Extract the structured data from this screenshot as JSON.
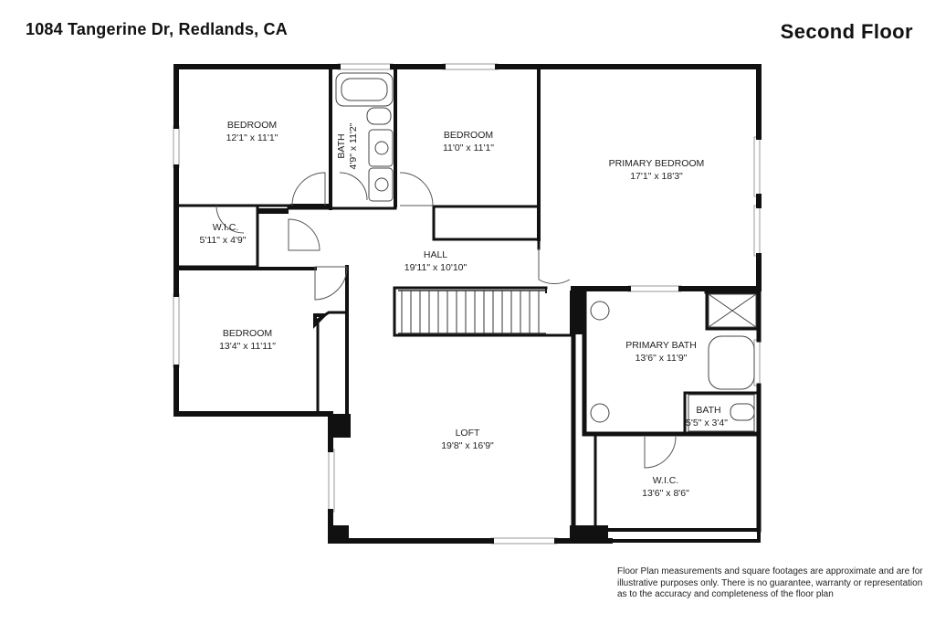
{
  "header": {
    "address": "1084 Tangerine Dr, Redlands, CA",
    "floor_label": "Second Floor"
  },
  "rooms": {
    "bedroom_1": {
      "name": "BEDROOM",
      "dims": "12'1\" x 11'1\""
    },
    "bath_1": {
      "name": "BATH",
      "dims": "4'9\" x 11'2\""
    },
    "bedroom_2": {
      "name": "BEDROOM",
      "dims": "11'0\" x 11'1\""
    },
    "primary_bedroom": {
      "name": "PRIMARY BEDROOM",
      "dims": "17'1\" x 18'3\""
    },
    "wic_1": {
      "name": "W.I.C.",
      "dims": "5'11\" x 4'9\""
    },
    "hall": {
      "name": "HALL",
      "dims": "19'11\" x 10'10\""
    },
    "bedroom_3": {
      "name": "BEDROOM",
      "dims": "13'4\" x 11'11\""
    },
    "primary_bath": {
      "name": "PRIMARY BATH",
      "dims": "13'6\" x 11'9\""
    },
    "bath_2": {
      "name": "BATH",
      "dims": "5'5\" x 3'4\""
    },
    "loft": {
      "name": "LOFT",
      "dims": "19'8\" x 16'9\""
    },
    "wic_2": {
      "name": "W.I.C.",
      "dims": "13'6\" x 8'6\""
    }
  },
  "disclaimer": {
    "line1": "Floor Plan measurements and square footages are approximate and are for",
    "line2": "illustrative purposes only. There is no guarantee, warranty or representation",
    "line3": "as to the accuracy and completeness of the floor plan"
  }
}
